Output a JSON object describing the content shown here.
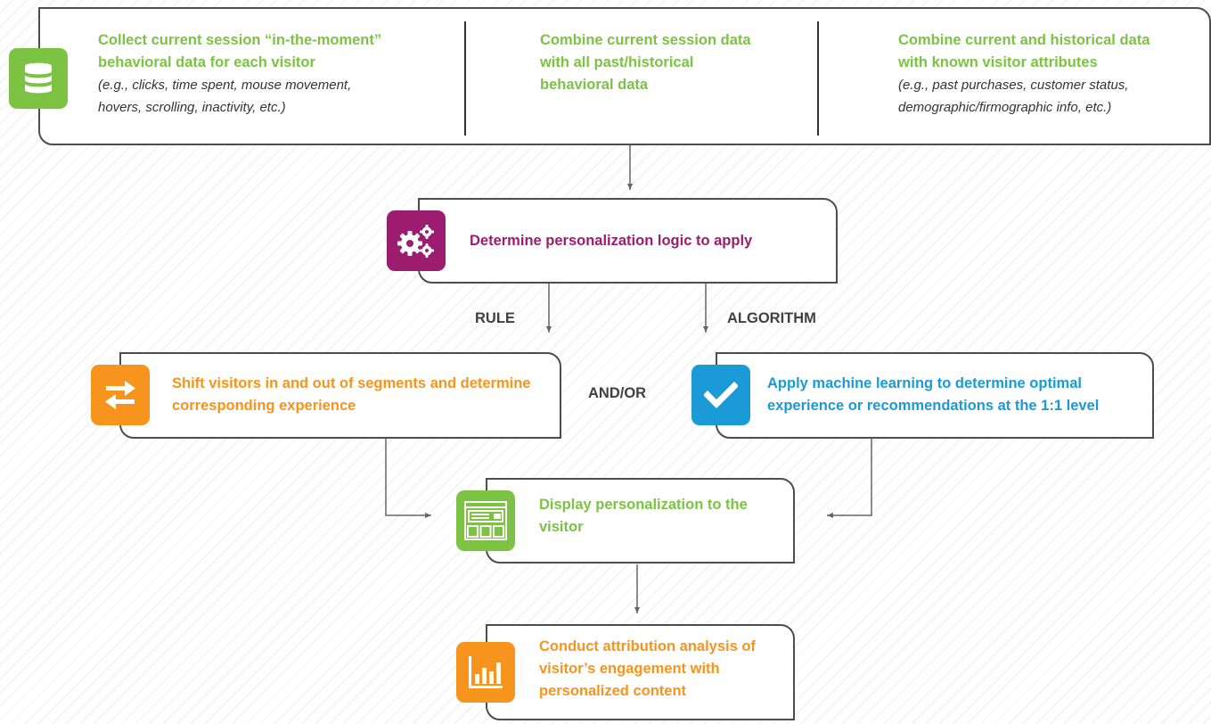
{
  "colors": {
    "green": "#7cc243",
    "purple": "#9c1c6f",
    "orange": "#f7941d",
    "blue": "#1a9ad6",
    "connector": "#666666",
    "border": "#4d4d4d"
  },
  "top_box": {
    "col1": {
      "icon": "database-icon",
      "title": "Collect current session “in-the-moment” behavioral data for each visitor",
      "subtitle": "(e.g., clicks, time spent, mouse movement, hovers, scrolling, inactivity, etc.)"
    },
    "col2": {
      "title": "Combine current session data with all past/historical behavioral data"
    },
    "col3": {
      "title": "Combine current and historical data with known visitor attributes",
      "subtitle": "(e.g., past purchases, customer status, demographic/firmographic info, etc.)"
    }
  },
  "logic_box": {
    "icon": "gears-icon",
    "title": "Determine personalization logic to apply"
  },
  "labels": {
    "rule": "RULE",
    "algorithm": "ALGORITHM",
    "and_or": "AND/OR"
  },
  "rule_box": {
    "icon": "swap-arrows-icon",
    "title": "Shift visitors in and out of segments and determine corresponding experience"
  },
  "algorithm_box": {
    "icon": "checkmark-icon",
    "title": "Apply machine learning to determine optimal experience or recommendations at the 1:1 level"
  },
  "display_box": {
    "icon": "webpage-layout-icon",
    "title": "Display personalization to the visitor"
  },
  "attribution_box": {
    "icon": "bar-chart-icon",
    "title": "Conduct attribution analysis of visitor’s engagement with personalized content"
  }
}
